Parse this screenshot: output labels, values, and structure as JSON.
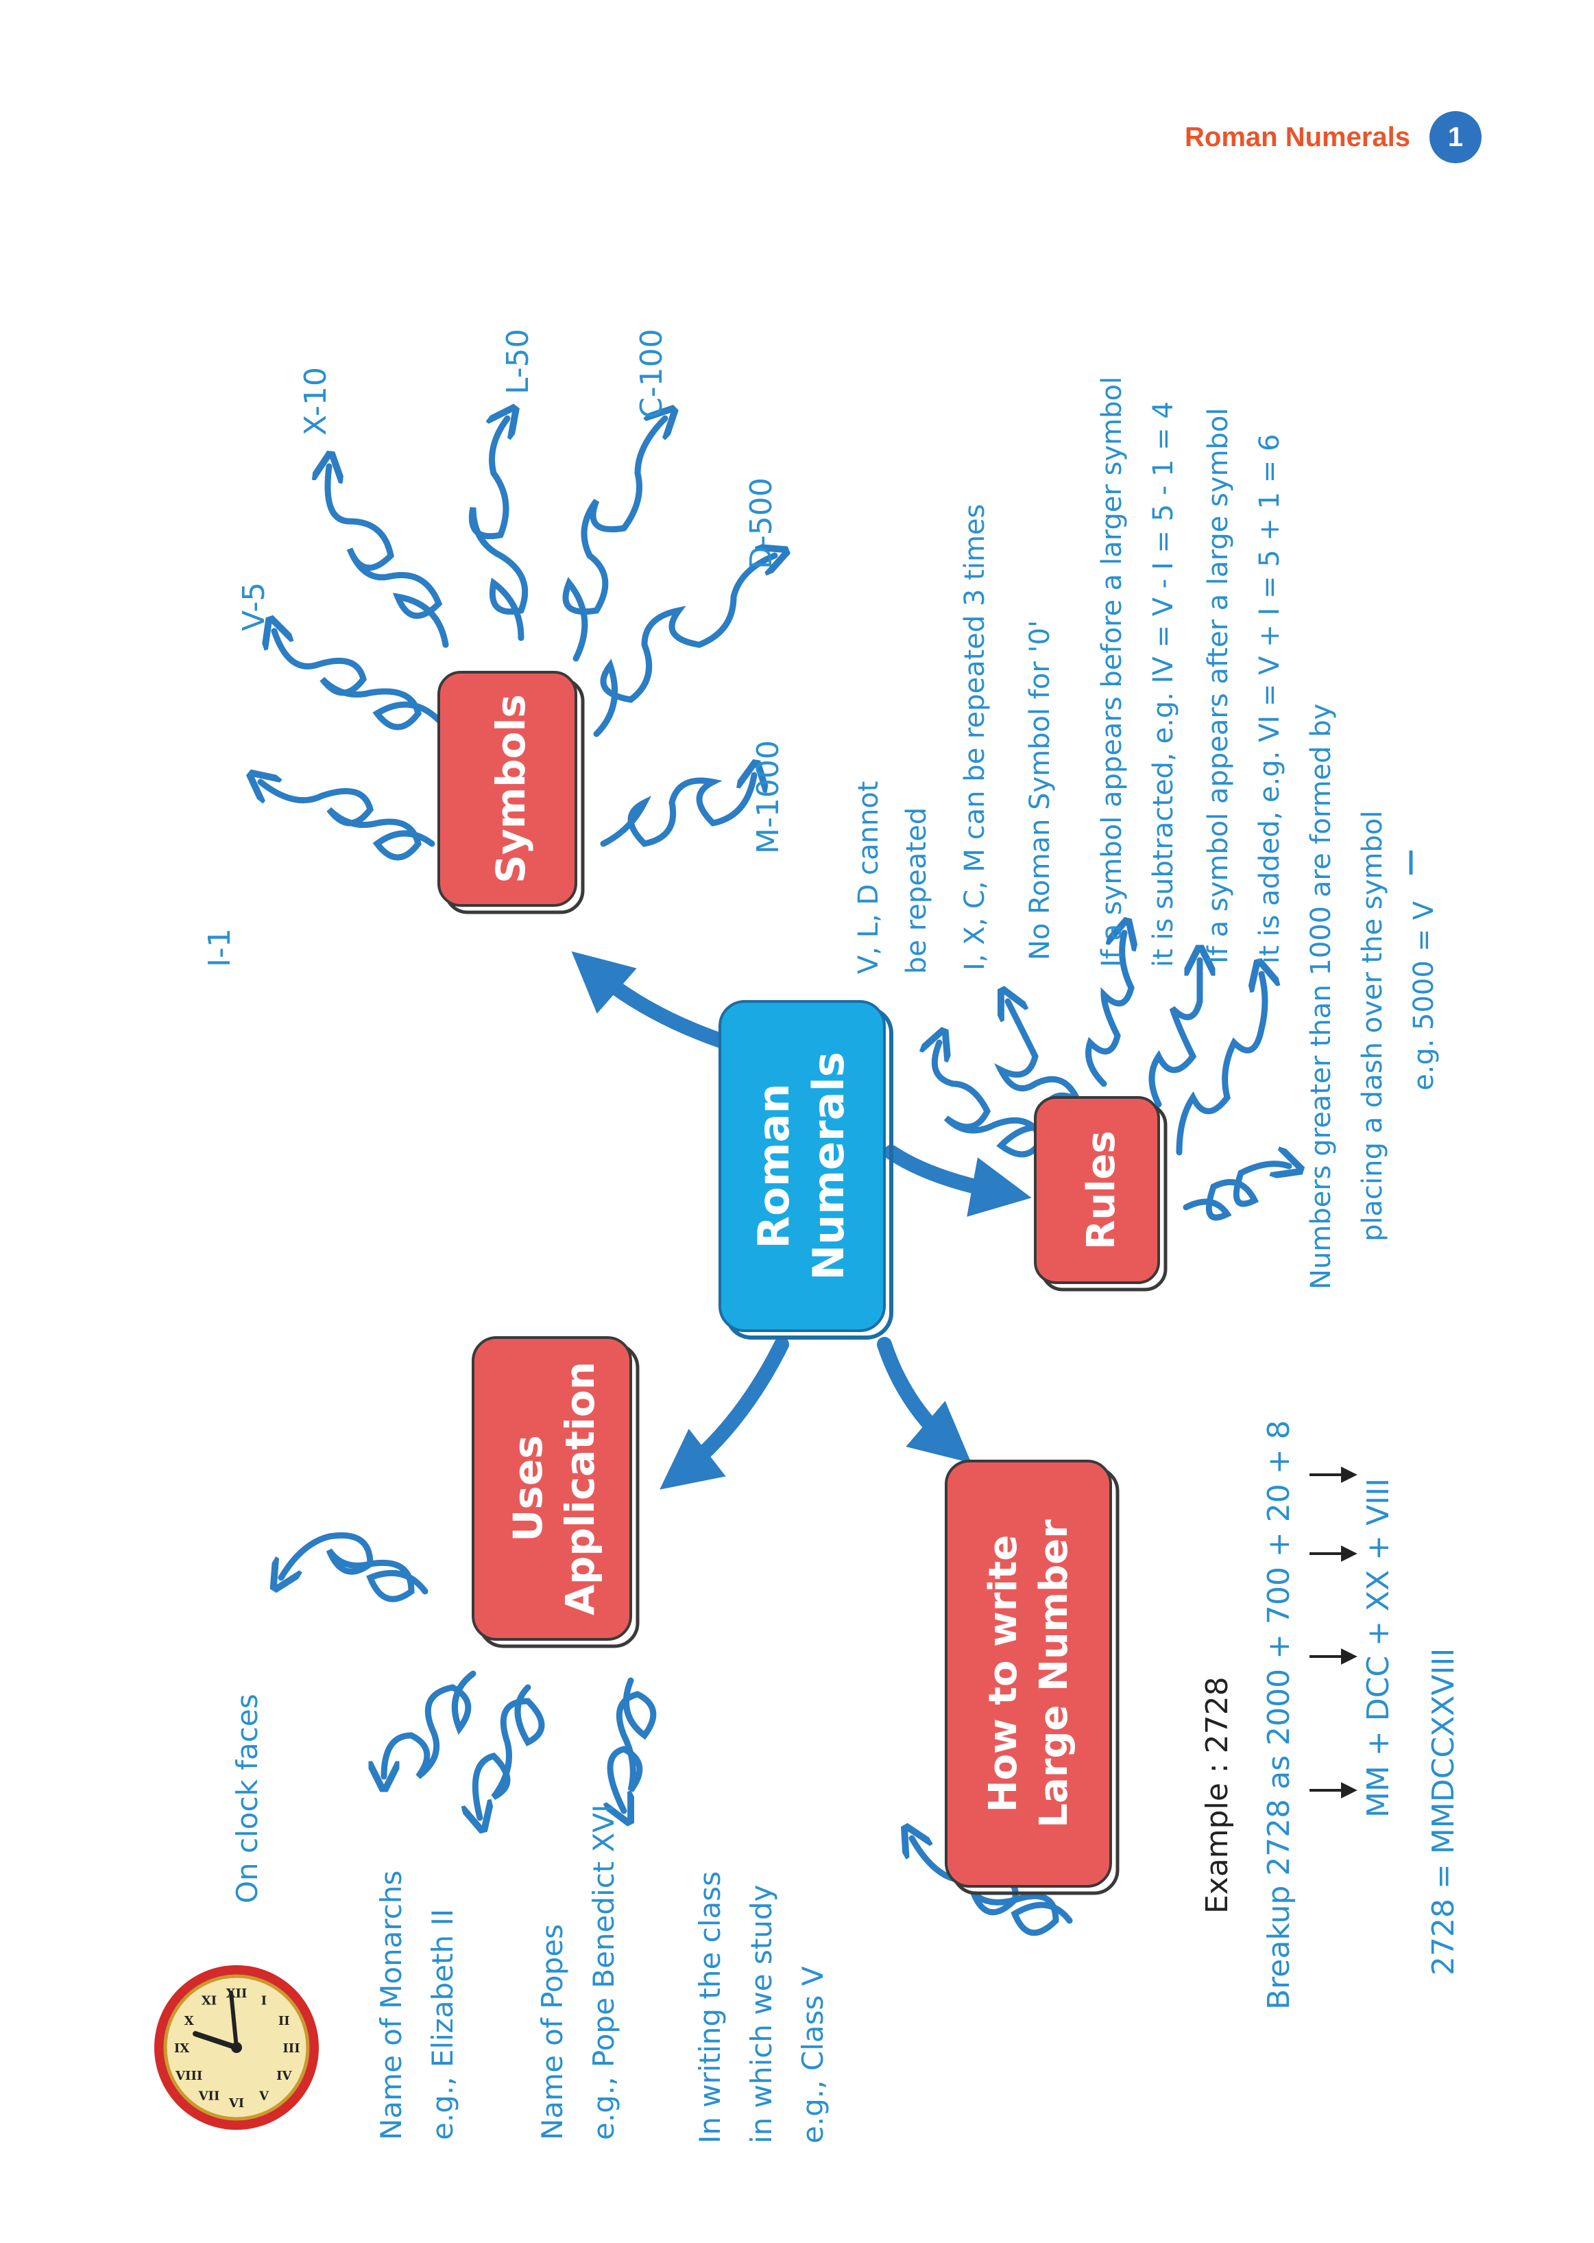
{
  "header": {
    "title": "Roman Numerals",
    "page_number": "1"
  },
  "center": {
    "line1": "Roman",
    "line2": "Numerals"
  },
  "symbols": {
    "label": "Symbols",
    "items": [
      "I-1",
      "V-5",
      "X-10",
      "L-50",
      "C-100",
      "D-500",
      "M-1000"
    ]
  },
  "rules": {
    "label": "Rules",
    "r1_a": "V, L, D cannot",
    "r1_b": "be repeated",
    "r2": "I, X, C, M can be repeated 3 times",
    "r3": "No Roman Symbol for '0'",
    "r4_a": "If a symbol appears before a larger symbol",
    "r4_b": "it is subtracted,  e.g. IV = V - I = 5 - 1 = 4",
    "r5_a": "If a symbol appears after a large symbol",
    "r5_b": "it is added,  e.g. VI = V + I = 5 + 1 = 6",
    "r6_a": "Numbers greater than 1000 are formed by",
    "r6_b": "placing a dash over the symbol",
    "r6_c": "e.g. 5000 = V"
  },
  "uses": {
    "line1": "Uses",
    "line2": "Application",
    "clock": "On clock faces",
    "monarchs_a": "Name of Monarchs",
    "monarchs_b": "e.g., Elizabeth II",
    "popes_a": "Name of Popes",
    "popes_b": "e.g., Pope Benedict XVI",
    "class_a": "In writing the class",
    "class_b": "in which we study",
    "class_c": "e.g., Class V"
  },
  "clock_numerals": [
    "XII",
    "I",
    "II",
    "III",
    "IV",
    "V",
    "VI",
    "VII",
    "VIII",
    "IX",
    "X",
    "XI"
  ],
  "large": {
    "line1": "How to write",
    "line2": "Large Number",
    "example": "Example : 2728",
    "breakup": "Breakup 2728 as 2000 + 700 + 20 + 8",
    "roman_parts": "MM  +  DCC + XX + VIII",
    "result": "2728 = MMDCCXXVIII"
  },
  "colors": {
    "red_box": "#e85a5a",
    "blue_box": "#1aa9e3",
    "ink": "#2a8fd0",
    "arrow": "#2b7dc4",
    "header": "#e8552a"
  }
}
